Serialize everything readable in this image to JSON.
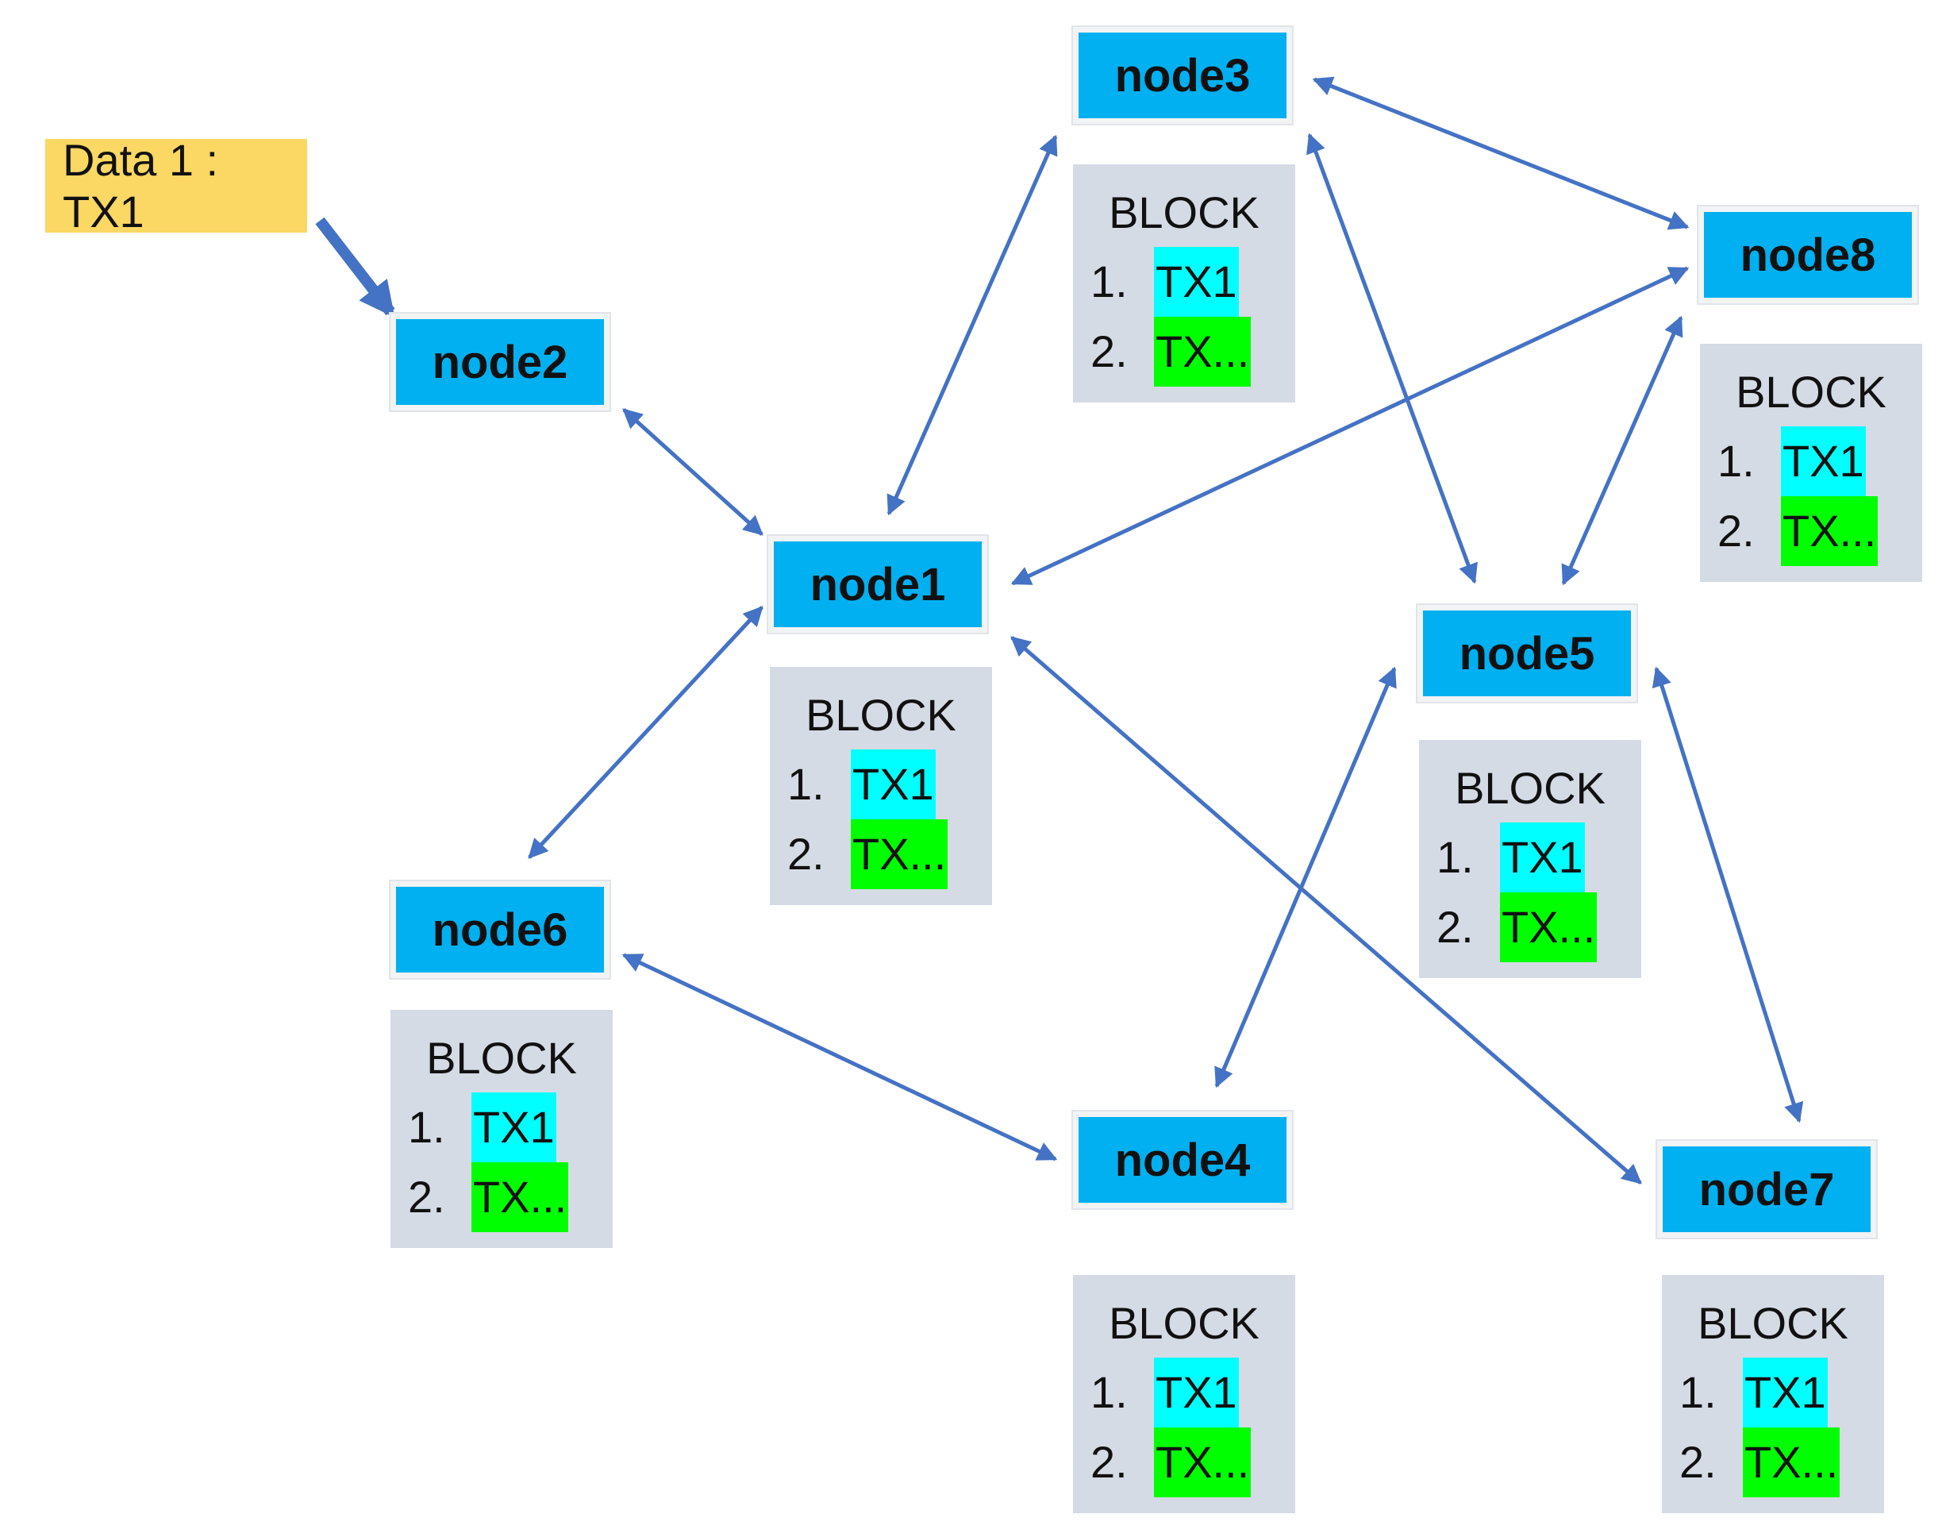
{
  "data_label": "Data 1 : TX1",
  "colors": {
    "node": "#00b0f0",
    "block": "#d5dbe5",
    "tx1": "#00ffff",
    "tx_next": "#00ff00",
    "arrow": "#4472c4",
    "data": "#fbd764"
  },
  "nodes": {
    "node1": {
      "label": "node1",
      "block": {
        "title": "BLOCK",
        "items": [
          {
            "num": "1.",
            "tx": "TX1"
          },
          {
            "num": "2.",
            "tx": "TX..."
          }
        ]
      }
    },
    "node2": {
      "label": "node2"
    },
    "node3": {
      "label": "node3",
      "block": {
        "title": "BLOCK",
        "items": [
          {
            "num": "1.",
            "tx": "TX1"
          },
          {
            "num": "2.",
            "tx": "TX..."
          }
        ]
      }
    },
    "node4": {
      "label": "node4",
      "block": {
        "title": "BLOCK",
        "items": [
          {
            "num": "1.",
            "tx": "TX1"
          },
          {
            "num": "2.",
            "tx": "TX..."
          }
        ]
      }
    },
    "node5": {
      "label": "node5",
      "block": {
        "title": "BLOCK",
        "items": [
          {
            "num": "1.",
            "tx": "TX1"
          },
          {
            "num": "2.",
            "tx": "TX..."
          }
        ]
      }
    },
    "node6": {
      "label": "node6",
      "block": {
        "title": "BLOCK",
        "items": [
          {
            "num": "1.",
            "tx": "TX1"
          },
          {
            "num": "2.",
            "tx": "TX..."
          }
        ]
      }
    },
    "node7": {
      "label": "node7",
      "block": {
        "title": "BLOCK",
        "items": [
          {
            "num": "1.",
            "tx": "TX1"
          },
          {
            "num": "2.",
            "tx": "TX..."
          }
        ]
      }
    },
    "node8": {
      "label": "node8",
      "block": {
        "title": "BLOCK",
        "items": [
          {
            "num": "1.",
            "tx": "TX1"
          },
          {
            "num": "2.",
            "tx": "TX..."
          }
        ]
      }
    }
  },
  "edges": [
    {
      "from": "data",
      "to": "node2",
      "directed": true
    },
    {
      "from": "node2",
      "to": "node1",
      "directed": false
    },
    {
      "from": "node1",
      "to": "node3",
      "directed": false
    },
    {
      "from": "node1",
      "to": "node8",
      "directed": false
    },
    {
      "from": "node1",
      "to": "node6",
      "directed": false
    },
    {
      "from": "node1",
      "to": "node7",
      "directed": false
    },
    {
      "from": "node3",
      "to": "node8",
      "directed": false
    },
    {
      "from": "node3",
      "to": "node5",
      "directed": false
    },
    {
      "from": "node8",
      "to": "node5",
      "directed": false
    },
    {
      "from": "node5",
      "to": "node4",
      "directed": false
    },
    {
      "from": "node5",
      "to": "node7",
      "directed": false
    },
    {
      "from": "node6",
      "to": "node4",
      "directed": false
    }
  ]
}
